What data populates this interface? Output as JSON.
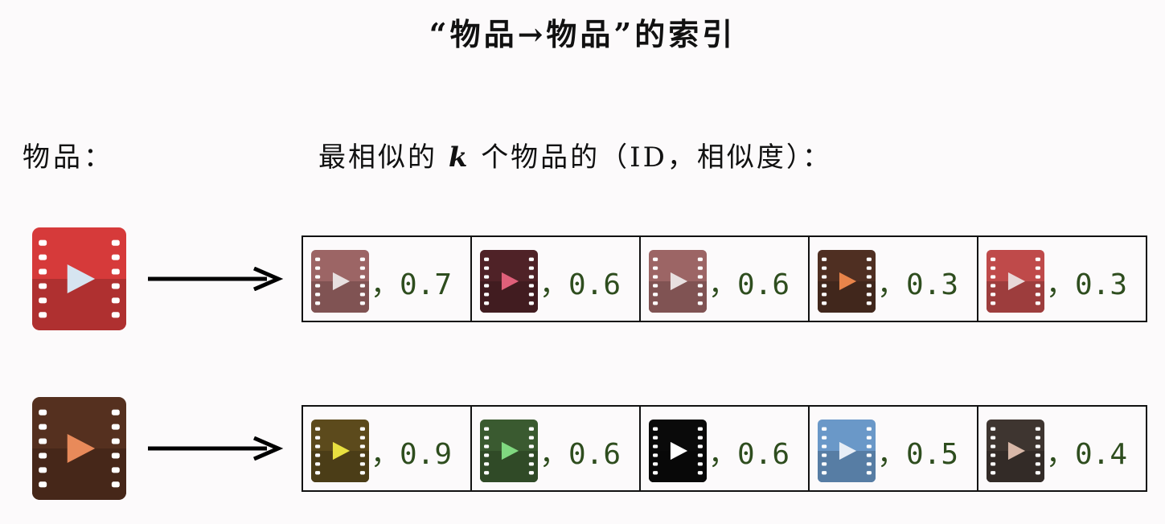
{
  "title": "“物品→物品”的索引",
  "label_left": "物品：",
  "label_right_prefix": "最相似的",
  "label_right_k": "k",
  "label_right_suffix": "个物品的（ID，相似度）：",
  "rows": [
    {
      "source_icon": {
        "name": "video-file-icon",
        "color": "#d63a3a",
        "play": "#d6e4f0"
      },
      "results": [
        {
          "icon": "video-file-icon",
          "color": "#9c6565",
          "play": "#e8e0e0",
          "score": "，0.7"
        },
        {
          "icon": "video-file-icon",
          "color": "#4f2227",
          "play": "#e0607a",
          "score": "，0.6"
        },
        {
          "icon": "video-file-icon",
          "color": "#9c6565",
          "play": "#e8e0e0",
          "score": "，0.6"
        },
        {
          "icon": "video-file-icon",
          "color": "#4f2f22",
          "play": "#e8844a",
          "score": "，0.3"
        },
        {
          "icon": "video-file-icon",
          "color": "#bf4a4a",
          "play": "#e8d8d8",
          "score": "，0.3"
        }
      ]
    },
    {
      "source_icon": {
        "name": "video-file-icon",
        "color": "#55301f",
        "play": "#e88a5a"
      },
      "results": [
        {
          "icon": "video-file-icon",
          "color": "#5c4a1c",
          "play": "#e8e040",
          "score": "，0.9"
        },
        {
          "icon": "video-file-icon",
          "color": "#3a5a30",
          "play": "#80d880",
          "score": "，0.6"
        },
        {
          "icon": "video-file-icon",
          "color": "#0a0a0a",
          "play": "#ffffff",
          "score": "，0.6"
        },
        {
          "icon": "video-file-icon",
          "color": "#6a98c8",
          "play": "#e8eef6",
          "score": "，0.5"
        },
        {
          "icon": "video-file-icon",
          "color": "#3e3530",
          "play": "#d8b8a8",
          "score": "，0.4"
        }
      ]
    }
  ]
}
